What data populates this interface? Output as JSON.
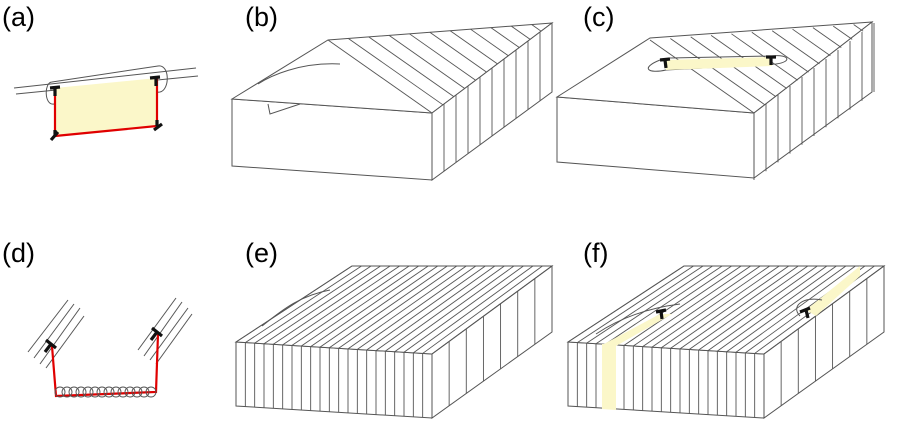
{
  "panels": [
    {
      "id": "a",
      "label": "(a)"
    },
    {
      "id": "b",
      "label": "(b)"
    },
    {
      "id": "c",
      "label": "(c)"
    },
    {
      "id": "d",
      "label": "(d)"
    },
    {
      "id": "e",
      "label": "(e)"
    },
    {
      "id": "f",
      "label": "(f)"
    }
  ],
  "colors": {
    "highlight": "#fbf7c9",
    "burgers_circuit": "#e00000",
    "dislocation_symbol": "#111111",
    "plane_lines": "#555555"
  }
}
